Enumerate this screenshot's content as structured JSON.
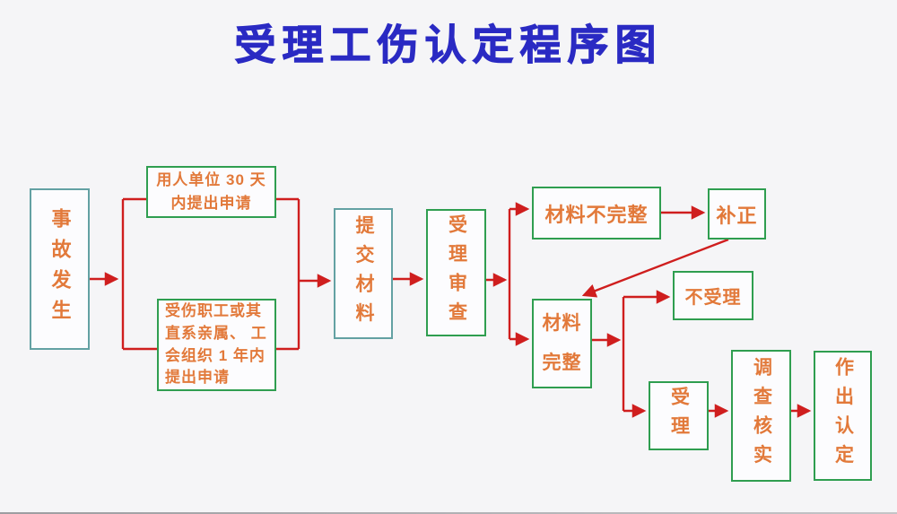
{
  "title": "受理工伤认定程序图",
  "colors": {
    "title_blue": "#2a2ac3",
    "border_teal": "#63a1a3",
    "border_green": "#2f9e50",
    "text_orange": "#e2793a",
    "arrow_red": "#cf1e1e",
    "canvas_bg": "#f5f5f7",
    "box_bg": "#fcfcfe"
  },
  "nodes": {
    "accident": {
      "label": "事故发生"
    },
    "employer": {
      "label": "用人单位 30 天\n内提出申请"
    },
    "worker": {
      "label": "受伤职工或其\n直系亲属、 工\n会组织 1 年内\n提出申请"
    },
    "submit": {
      "label": "提交材料"
    },
    "review": {
      "label": "受理审查"
    },
    "incomplete": {
      "label": "材料不完整"
    },
    "correction": {
      "label": "补正"
    },
    "complete": {
      "label": "材料\n完整"
    },
    "reject": {
      "label": "不受理"
    },
    "accept": {
      "label": "受理"
    },
    "investigate": {
      "label": "调查核实"
    },
    "determine": {
      "label": "作出认定"
    }
  }
}
